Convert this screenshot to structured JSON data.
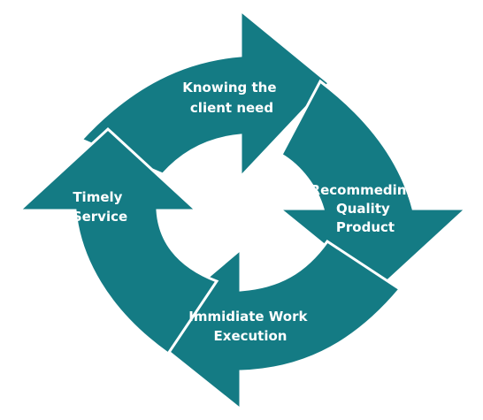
{
  "cycle": {
    "fill_color": "#147b84",
    "text_color": "#ffffff",
    "steps": [
      {
        "label": [
          "Knowing the",
          "client need"
        ]
      },
      {
        "label": [
          "Recommeding",
          "Quality",
          "Product"
        ]
      },
      {
        "label": [
          "Immidiate Work",
          "Execution"
        ]
      },
      {
        "label": [
          "Timely",
          "Service"
        ]
      }
    ]
  }
}
